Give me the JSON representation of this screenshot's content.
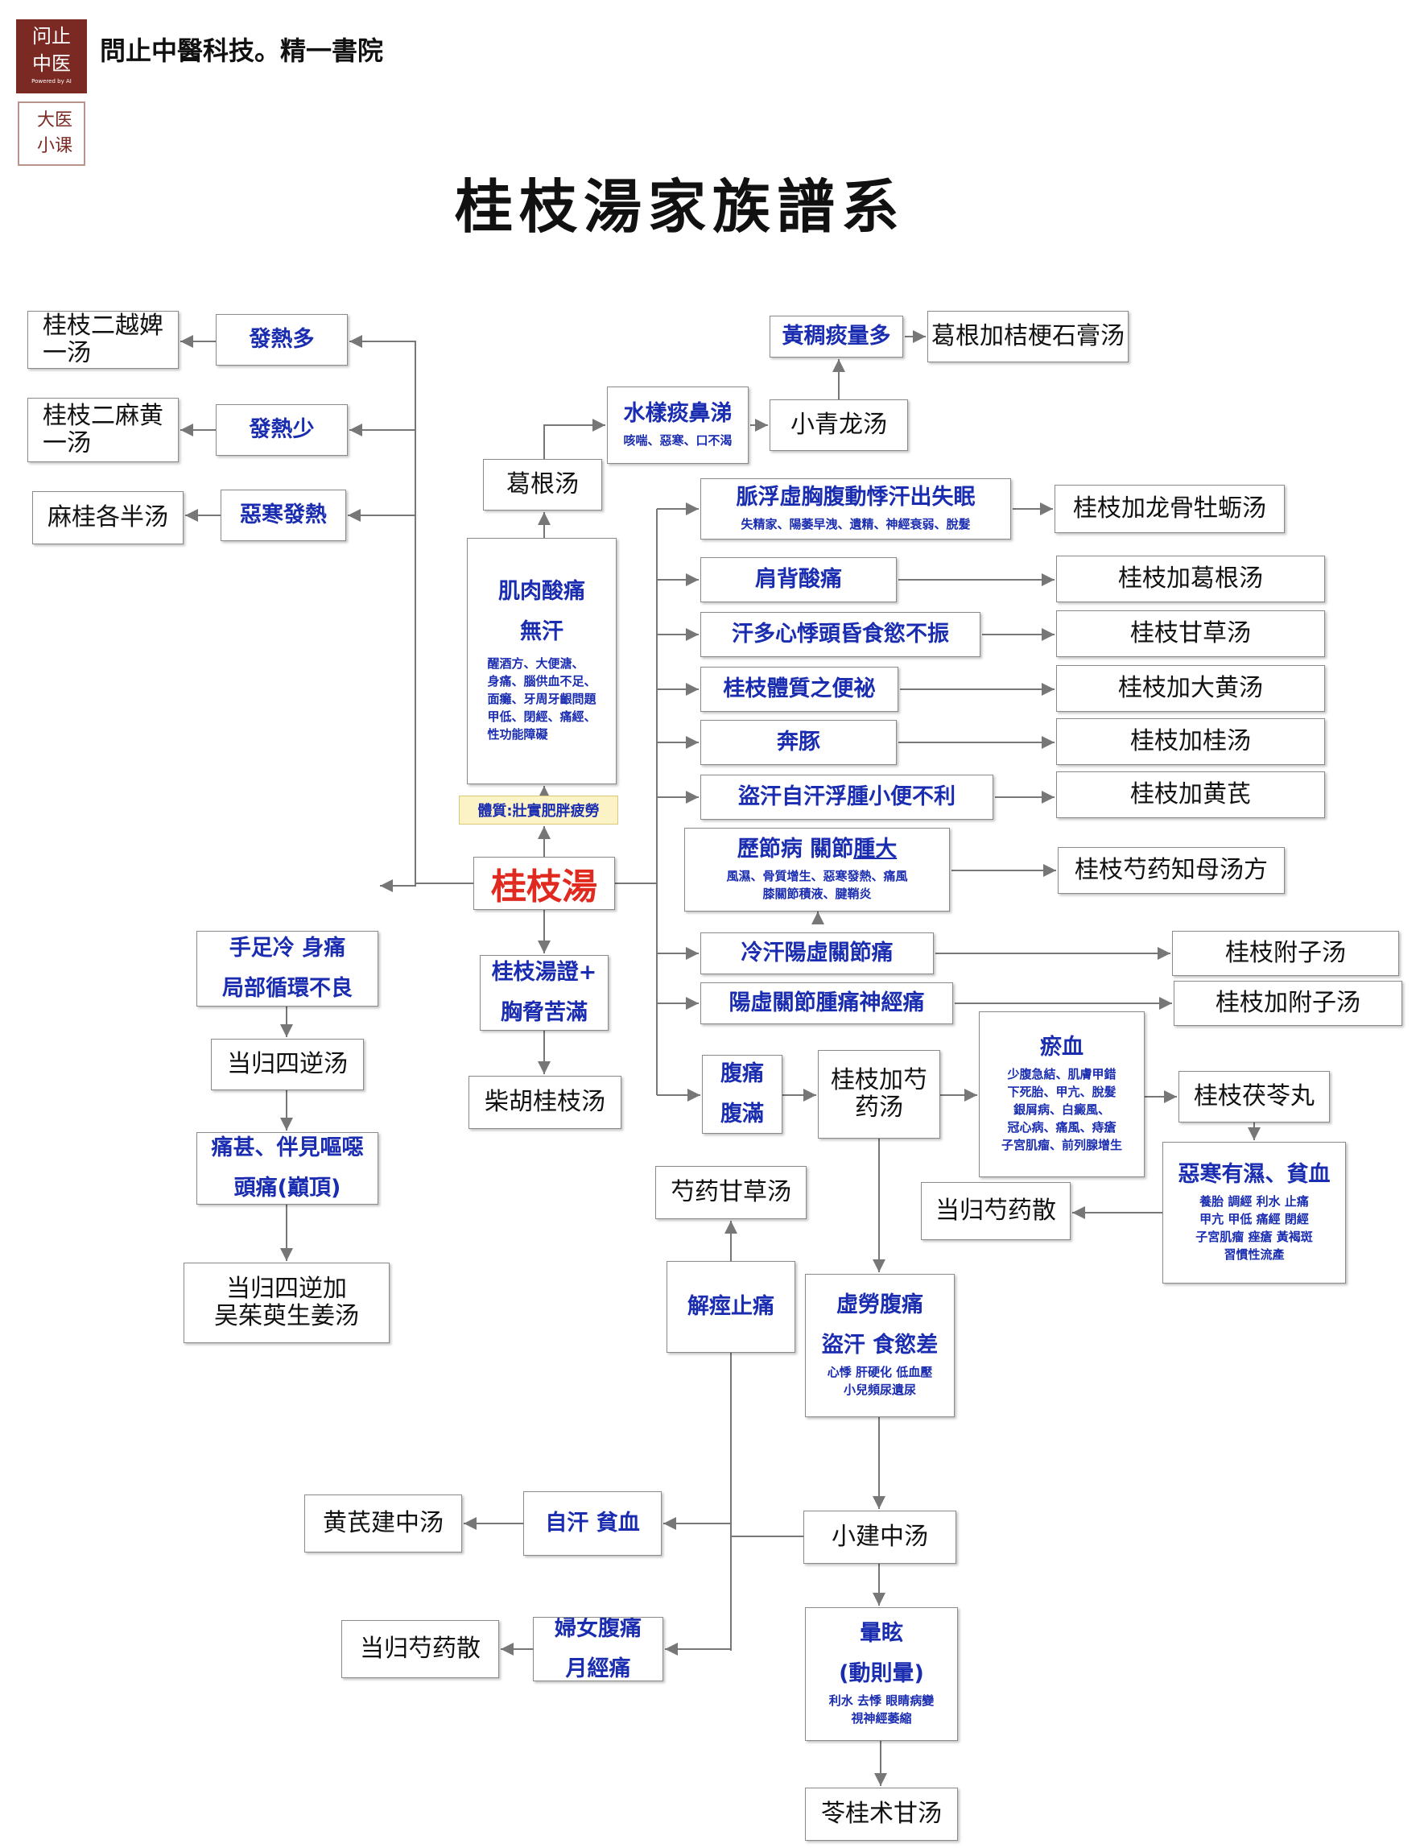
{
  "brand": {
    "logo_text": [
      "问止",
      "中医"
    ],
    "logo_sub": "Powered by AI",
    "logo2_text": [
      "大医",
      "小课"
    ],
    "name": "問止中醫科技。精一書院"
  },
  "title": "桂枝湯家族譜系",
  "constitution": "體質:壯實肥胖疲勞",
  "nodes": {
    "main": "桂枝湯",
    "fever_more": "發熱多",
    "fever_less": "發熱少",
    "chill_fever": "惡寒發熱",
    "f_erbi": [
      "桂枝二越婢",
      "一汤"
    ],
    "f_ermahuang": [
      "桂枝二麻黄",
      "一汤"
    ],
    "f_maguigeban": "麻桂各半汤",
    "muscle": {
      "l1": "肌肉酸痛",
      "l2": "無汗",
      "detail": [
        "醒酒方、大便溏、",
        "身痛、腦供血不足、",
        "面癱、牙周牙齦問題",
        "甲低、閉經、痛經、",
        "性功能障礙"
      ]
    },
    "f_gegen": "葛根汤",
    "watery": {
      "l1": "水樣痰鼻涕",
      "detail": "咳喘、惡寒、口不渴"
    },
    "f_xiaoqinglong": "小青龙汤",
    "yellow_phlegm": "黃稠痰量多",
    "f_gegen_jiegeng": "葛根加桔梗石膏汤",
    "pulse": {
      "l1": "脈浮虛胸腹動悸汗出失眠",
      "detail": "失精家、陽萎早洩、遺精、神經衰弱、脫髮"
    },
    "f_longgu": "桂枝加龙骨牡蛎汤",
    "shoulder": "肩背酸痛",
    "f_jiagegen": "桂枝加葛根汤",
    "sweat_palp": "汗多心悸頭昏食慾不振",
    "f_gancao": "桂枝甘草汤",
    "constipation": "桂枝體質之便祕",
    "f_dahuang": "桂枝加大黄汤",
    "bentun": "奔豚",
    "f_jiagui": "桂枝加桂汤",
    "night_sweat": "盜汗自汗浮腫小便不利",
    "f_huangqi": "桂枝加黄芪",
    "arthralgia": {
      "l1a": "歷節病 關節",
      "l1b": "腫大",
      "detail": [
        "風濕、骨質增生、惡寒發熱、痛風",
        "膝關節積液、腱鞘炎"
      ]
    },
    "f_shaoyao_zhimu": "桂枝芍药知母汤方",
    "cold_sweat": "冷汗陽虛關節痛",
    "f_fuzi": "桂枝附子汤",
    "yang_def": "陽虛關節腫痛神經痛",
    "f_jiafuzi": "桂枝加附子汤",
    "cold_limbs": [
      "手足冷 身痛",
      "局部循環不良"
    ],
    "f_danggui_sini": "当归四逆汤",
    "headache": [
      "痛甚、伴見嘔噁",
      "頭痛(巔頂)"
    ],
    "f_danggui_sini_wuzhuyu": [
      "当归四逆加",
      "吴茱萸生姜汤"
    ],
    "guizhi_sign": [
      "桂枝湯證+",
      "胸脅苦滿"
    ],
    "f_chaihu_guizhi": "柴胡桂枝汤",
    "abdomen": [
      "腹痛",
      "腹滿"
    ],
    "f_jiashaoyao": [
      "桂枝加芍",
      "药汤"
    ],
    "blood_stasis": {
      "l1": "瘀血",
      "detail": [
        "少腹急結、肌膚甲錯",
        "下死胎、甲亢、脫髮",
        "銀屑病、白癜風、",
        "冠心病、痛風、痔瘡",
        "子宮肌瘤、前列腺增生"
      ]
    },
    "f_fuling_wan": "桂枝茯苓丸",
    "chill_damp": {
      "l1": "惡寒有濕、貧血",
      "detail": [
        "養胎 調經 利水 止痛",
        "甲亢 甲低 痛經 閉經",
        "子宮肌瘤 痤瘡 黃褐斑",
        "習慣性流產"
      ]
    },
    "f_danggui_shaoyao_san_r": "当归芍药散",
    "f_shaoyao_gancao": "芍药甘草汤",
    "spasm": "解痙止痛",
    "consumptive": {
      "l1": "虛勞腹痛",
      "l2": "盜汗 食慾差",
      "detail": [
        "心悸 肝硬化 低血壓",
        "小兒頻尿遺尿"
      ]
    },
    "f_xiaojianzhong": "小建中汤",
    "spont_sweat": "自汗 貧血",
    "f_huangqi_jianzhong": "黄芪建中汤",
    "women": [
      "婦女腹痛",
      "月經痛"
    ],
    "f_danggui_shaoyao_san_l": "当归芍药散",
    "vertigo": {
      "l1": "暈眩",
      "l2": "(動則暈)",
      "detail": [
        "利水 去悸 眼睛病變",
        "視神經萎縮"
      ]
    },
    "f_linggui": "苓桂术甘汤"
  },
  "colors": {
    "symptom": "#1a2db0",
    "main": "#e12a1f",
    "line": "#777777"
  }
}
